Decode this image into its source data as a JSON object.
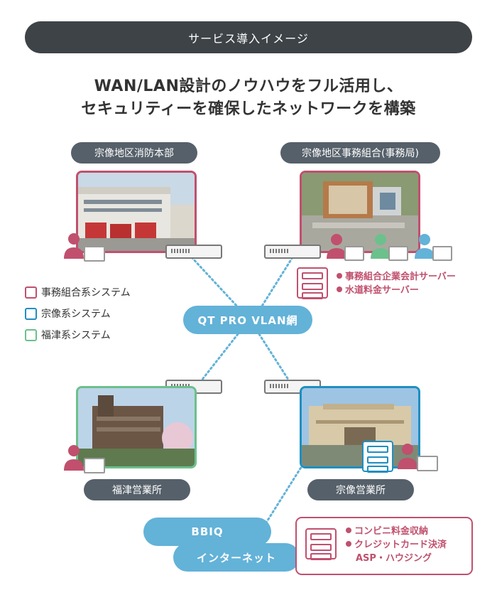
{
  "header": {
    "title": "サービス導入イメージ"
  },
  "headline": {
    "line1": "WAN/LAN設計のノウハウをフル活用し、",
    "line2": "セキュリティーを確保したネットワークを構築"
  },
  "sites": {
    "top_left": "宗像地区消防本部",
    "top_right": "宗像地区事務組合(事務局)",
    "bottom_left": "福津営業所",
    "bottom_right": "宗像営業所"
  },
  "legend": [
    {
      "label": "事務組合系システム",
      "color": "#c0506e"
    },
    {
      "label": "宗像系システム",
      "color": "#1f8fc0"
    },
    {
      "label": "福津系システム",
      "color": "#6cc08c"
    }
  ],
  "network": {
    "vlan": "QT PRO VLAN網",
    "bbiq": "BBIQ",
    "internet": "インターネット"
  },
  "servers_top": [
    "事務組合企業会計サーバー",
    "水道料金サーバー"
  ],
  "servers_bottom": {
    "item1": "コンビニ料金収納",
    "item2_line1": "クレジットカード決済",
    "item2_line2": "ASP・ハウジング"
  },
  "colors": {
    "pink": "#c0506e",
    "blue": "#1f8fc0",
    "green": "#6cc08c",
    "dark": "#3e4347",
    "net": "#63b2d8"
  }
}
